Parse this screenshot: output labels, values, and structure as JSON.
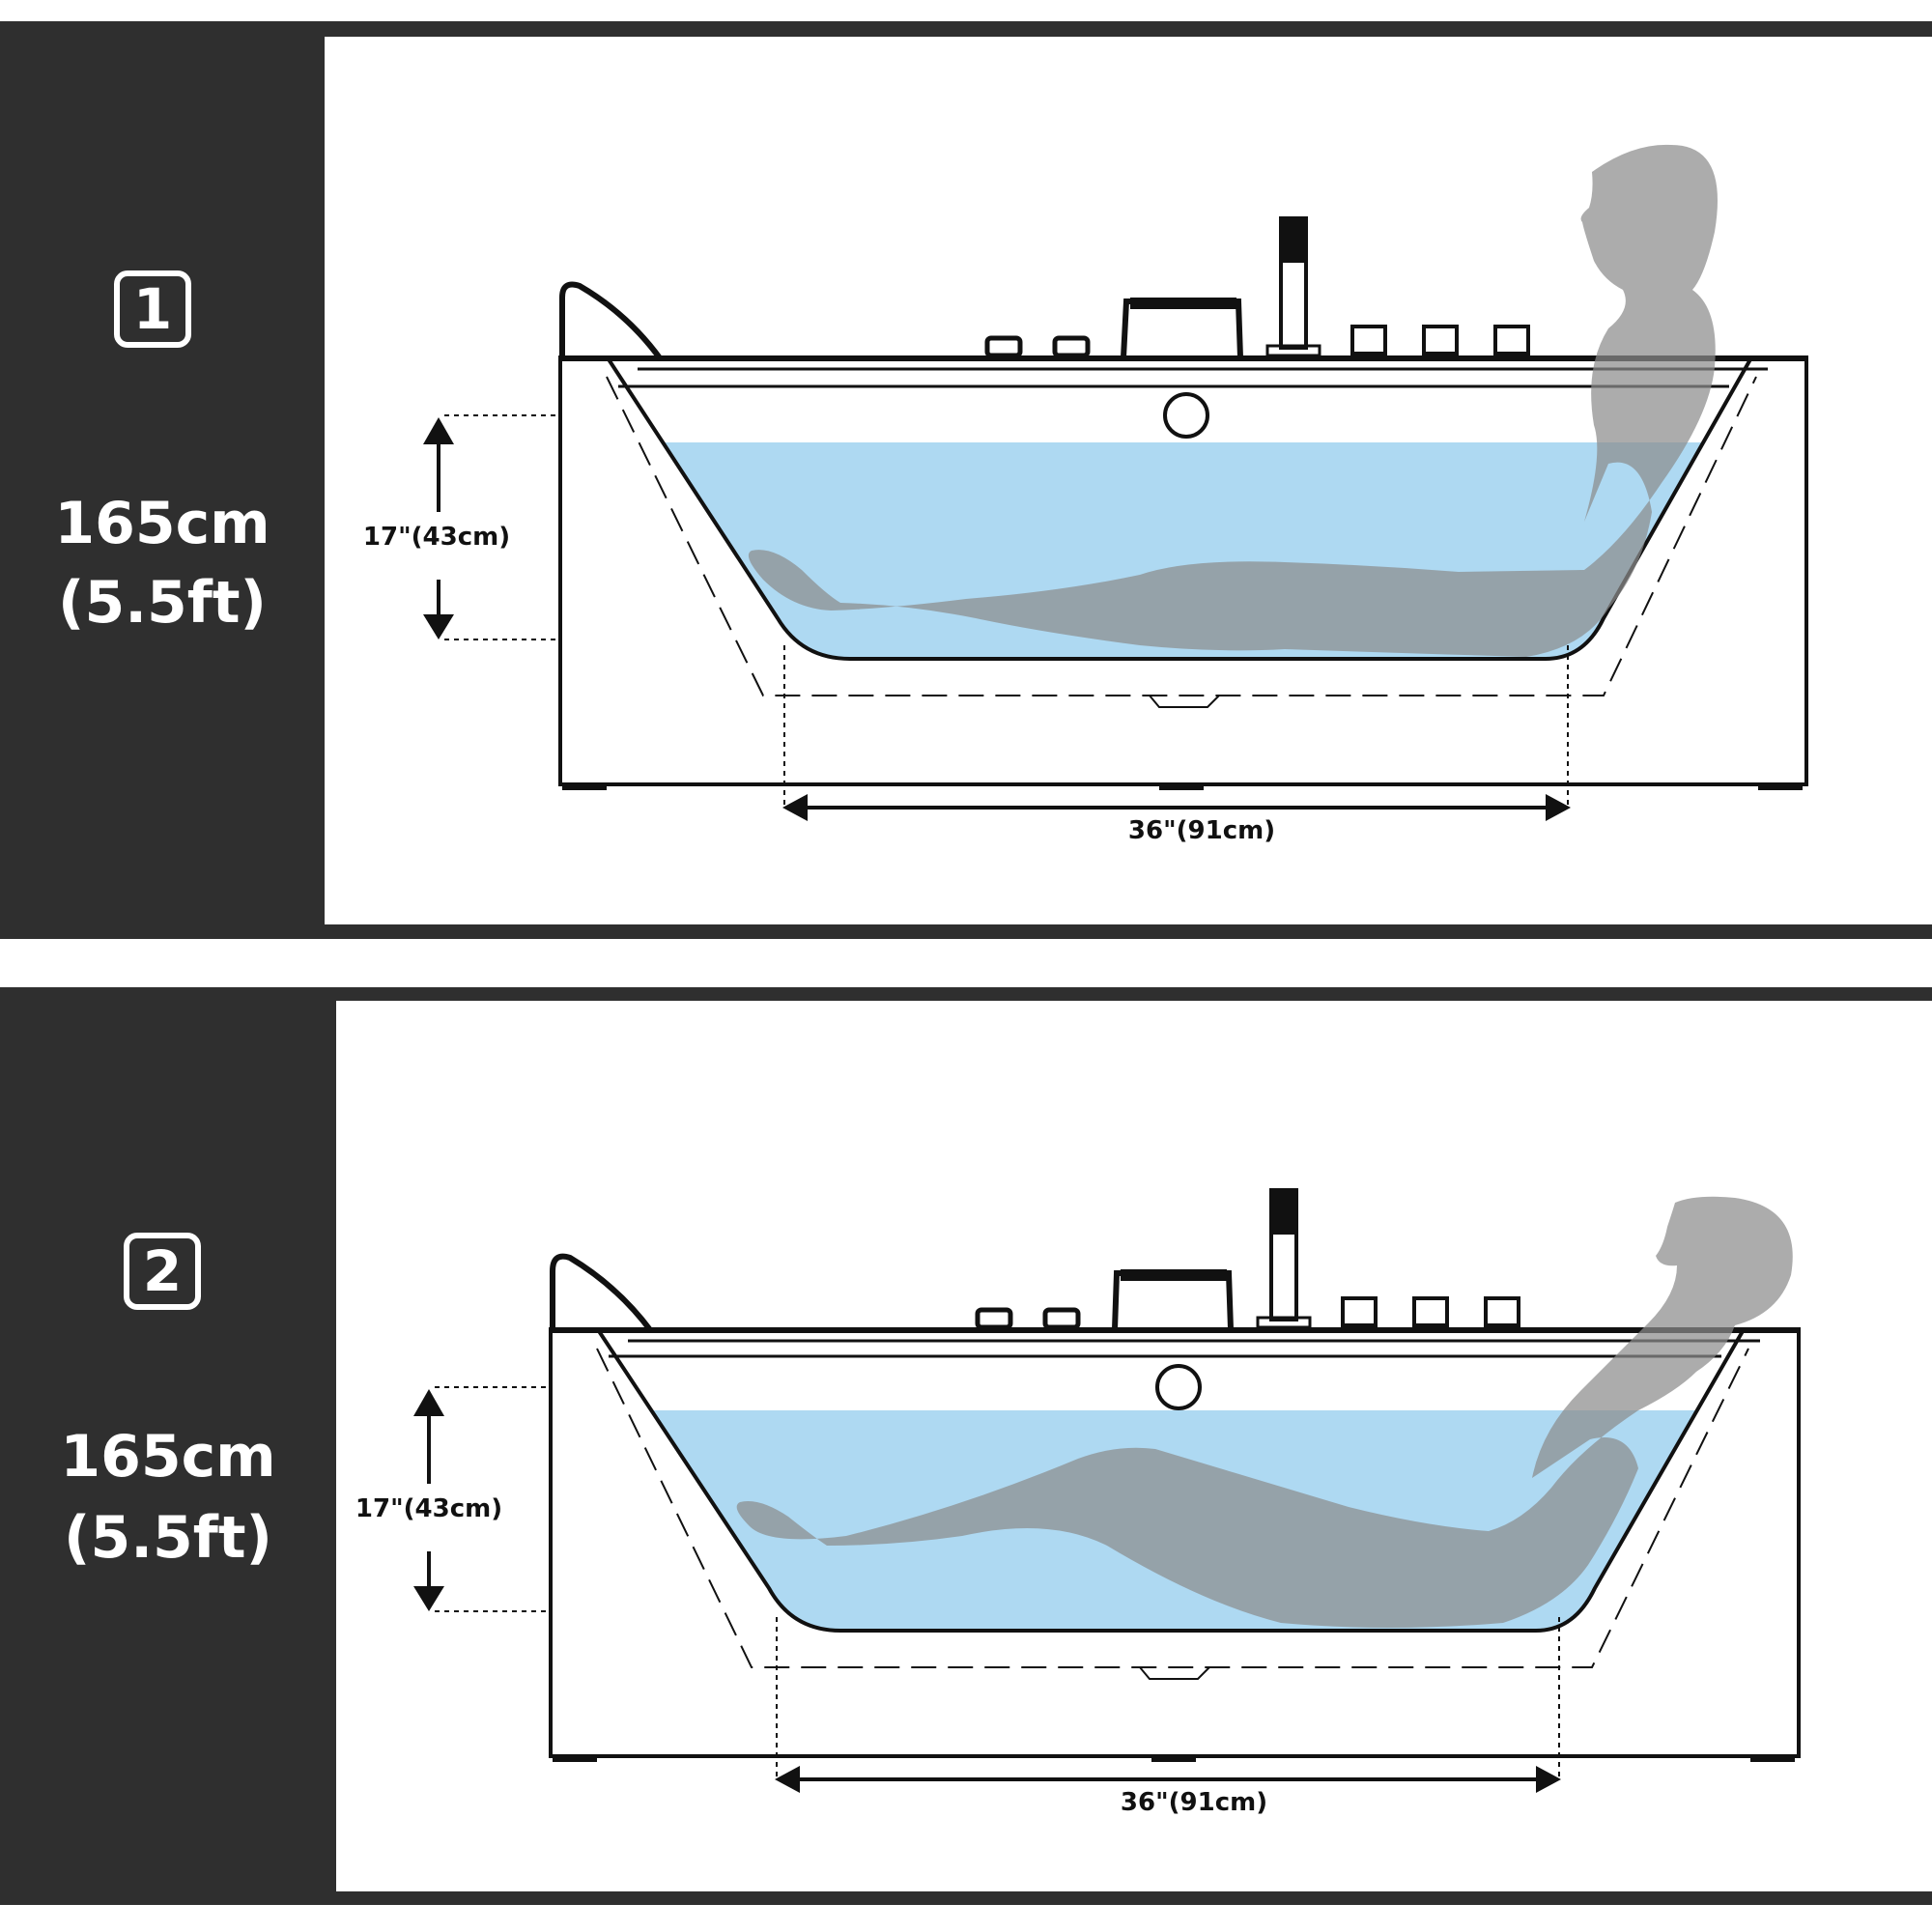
{
  "panels": [
    {
      "number": "1",
      "height_cm": "165cm",
      "height_ft": "(5.5ft)",
      "depth_label": "17\"(43cm)",
      "width_label": "36\"(91cm)",
      "pose": "upright-reclined"
    },
    {
      "number": "2",
      "height_cm": "165cm",
      "height_ft": "(5.5ft)",
      "depth_label": "17\"(43cm)",
      "width_label": "36\"(91cm)",
      "pose": "fully-reclined"
    }
  ],
  "colors": {
    "sidebar": "#2f2f2f",
    "water": "#aed9f2",
    "silhouette": "#8c8c8c",
    "outline": "#111111"
  }
}
